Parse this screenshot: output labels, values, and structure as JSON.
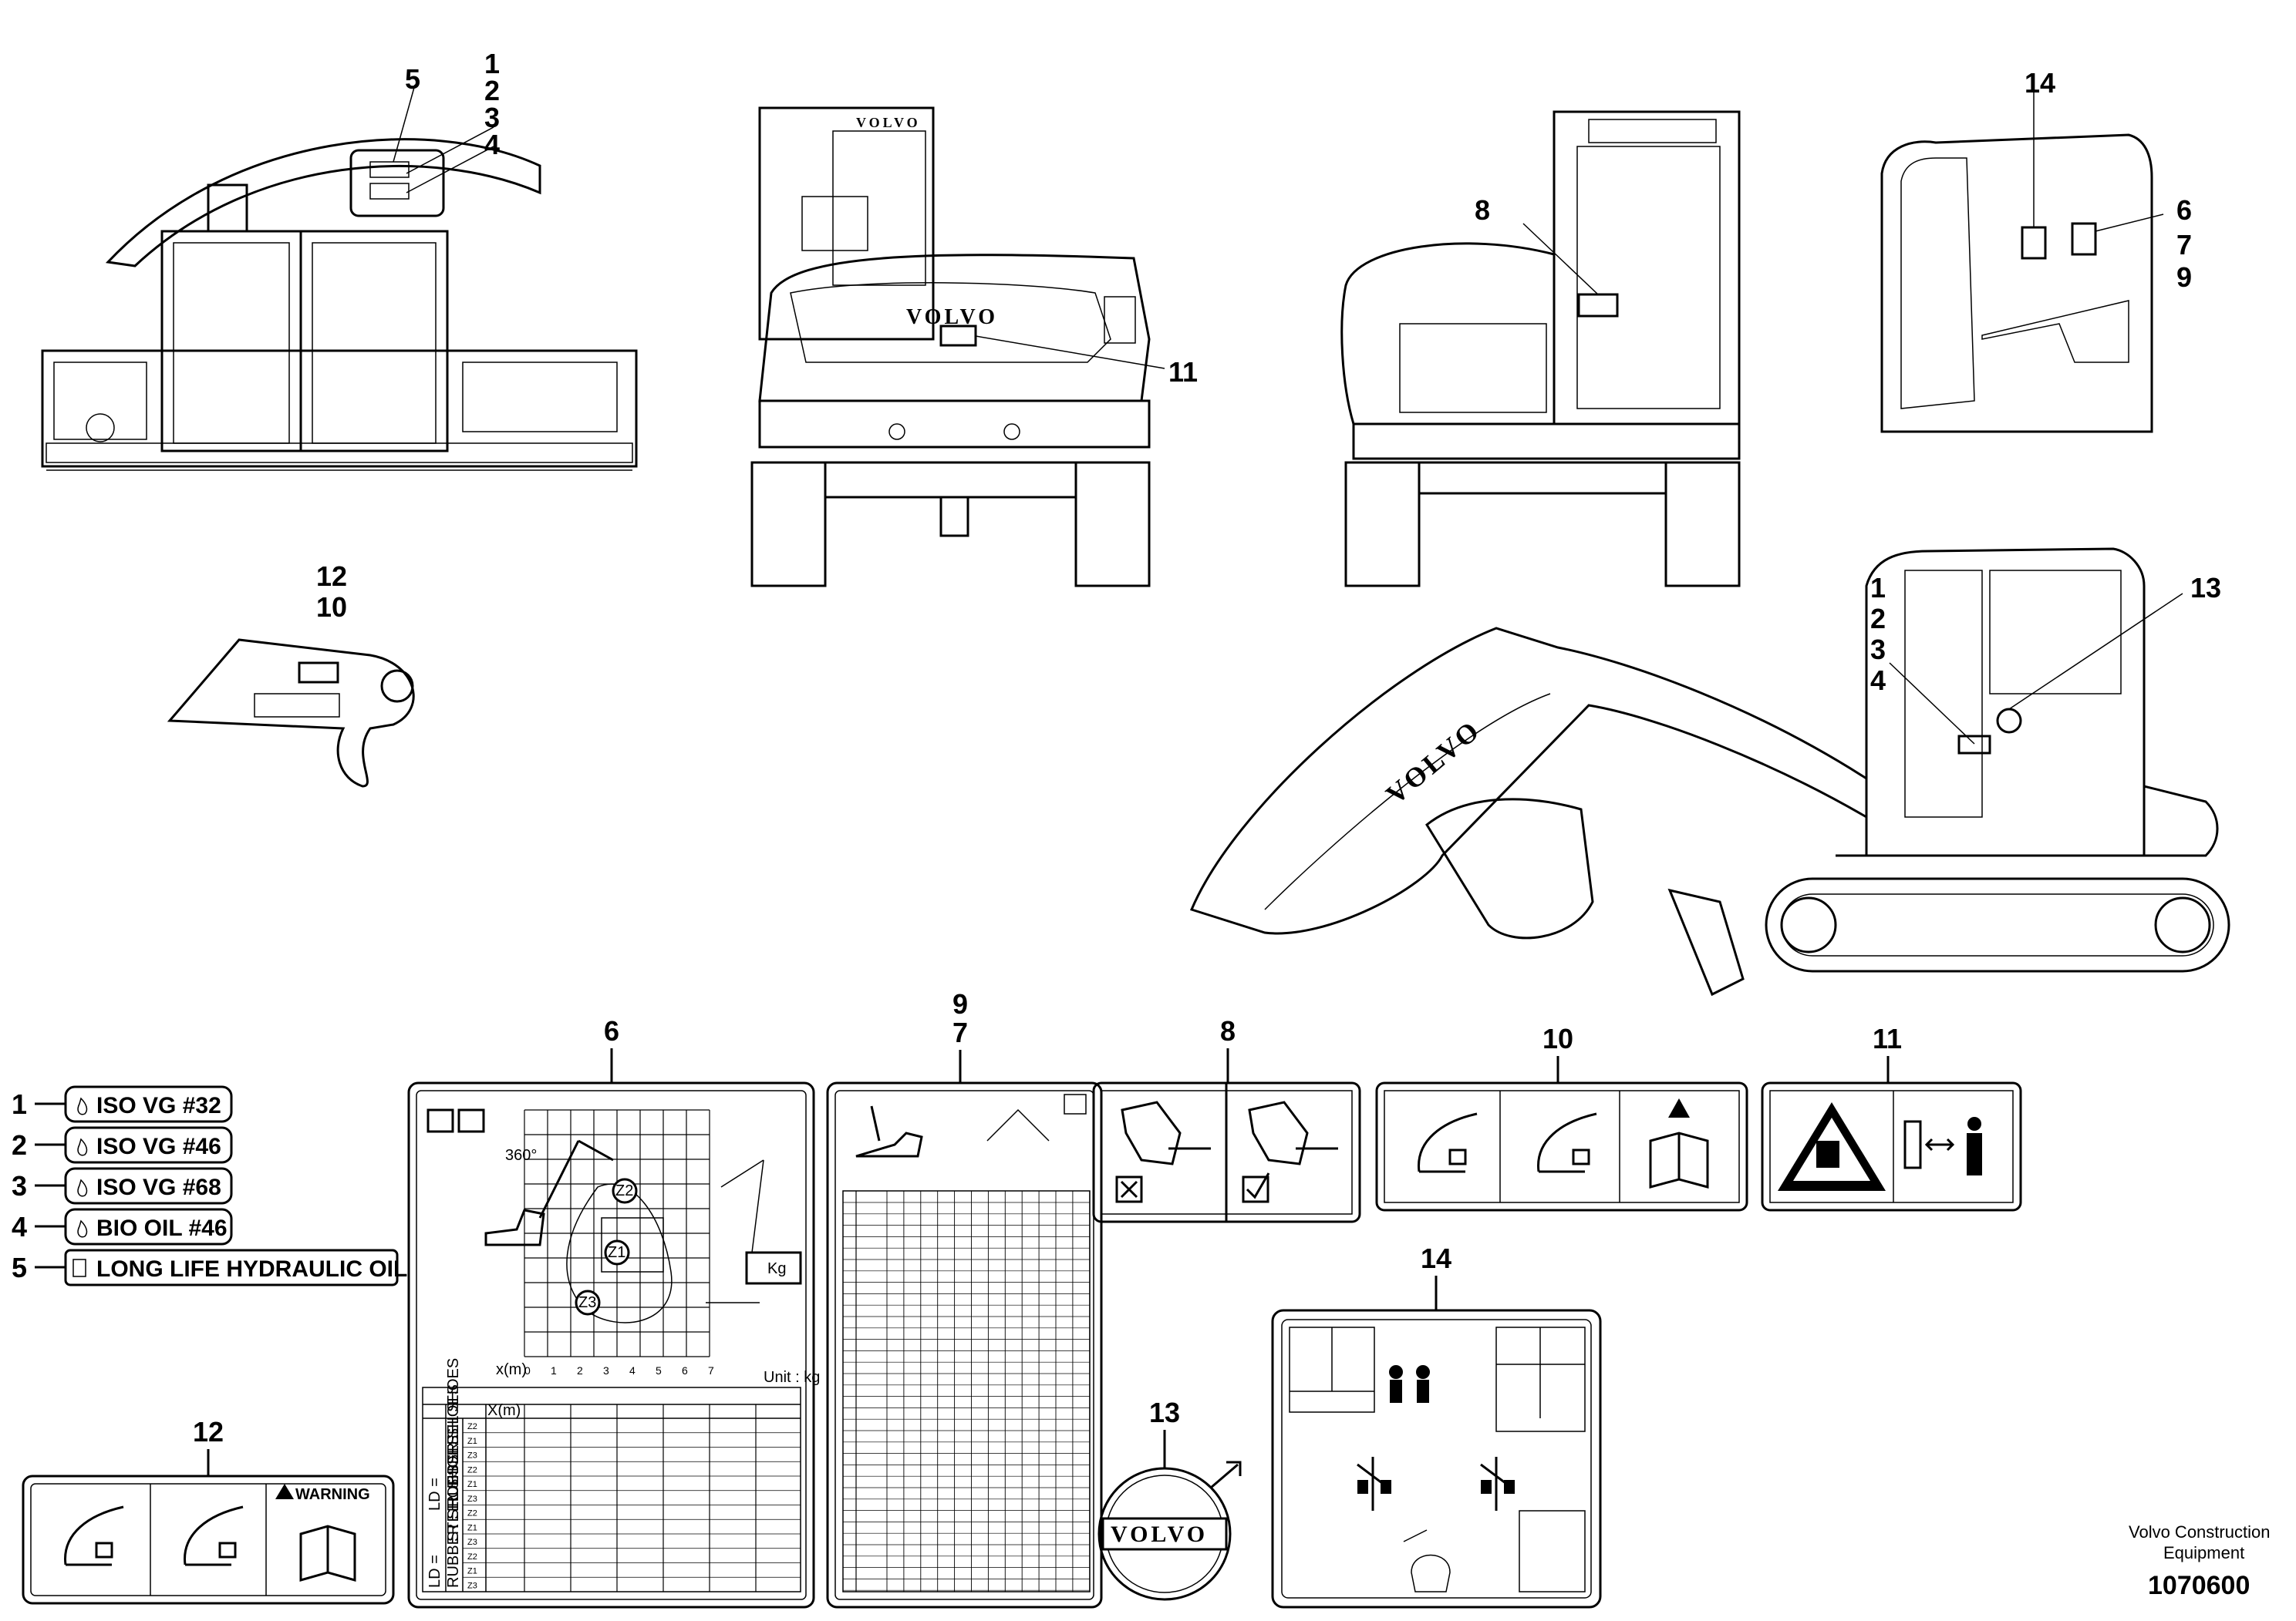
{
  "callouts": {
    "c1": "1",
    "c2": "2",
    "c3": "3",
    "c4": "4",
    "c5": "5",
    "c6": "6",
    "c7": "7",
    "c8": "8",
    "c9": "9",
    "c10": "10",
    "c11": "11",
    "c12": "12",
    "c13": "13",
    "c14": "14"
  },
  "fluid_labels": [
    {
      "num": "1",
      "text": "ISO VG #32"
    },
    {
      "num": "2",
      "text": "ISO VG #46"
    },
    {
      "num": "3",
      "text": "ISO VG #68"
    },
    {
      "num": "4",
      "text": "BIO OIL #46"
    },
    {
      "num": "5",
      "text": "LONG LIFE HYDRAULIC OIL"
    }
  ],
  "brand_text": "VOLVO",
  "decal_12": {
    "warning_text": "WARNING"
  },
  "decal_6": {
    "rotation": "360°",
    "zones": [
      "Z1",
      "Z2",
      "Z3"
    ],
    "x_axis_label": "x(m)",
    "x_ticks": [
      "0",
      "1",
      "2",
      "3",
      "4",
      "5",
      "6",
      "7"
    ],
    "unit": "Unit : kg",
    "load_label": "Kg",
    "table_x_header": "X(m)",
    "ld_label": "LD =",
    "shoe_steel": "STEEL SHOES",
    "shoe_rubber": "RUBBER SHOES",
    "rows": [
      "Z2",
      "Z1",
      "Z3",
      "Z2",
      "Z1",
      "Z3",
      "Z2",
      "Z1",
      "Z3",
      "Z2",
      "Z1",
      "Z3"
    ]
  },
  "footer": {
    "line1": "Volvo Construction",
    "line2": "Equipment",
    "doc_number": "1070600"
  }
}
